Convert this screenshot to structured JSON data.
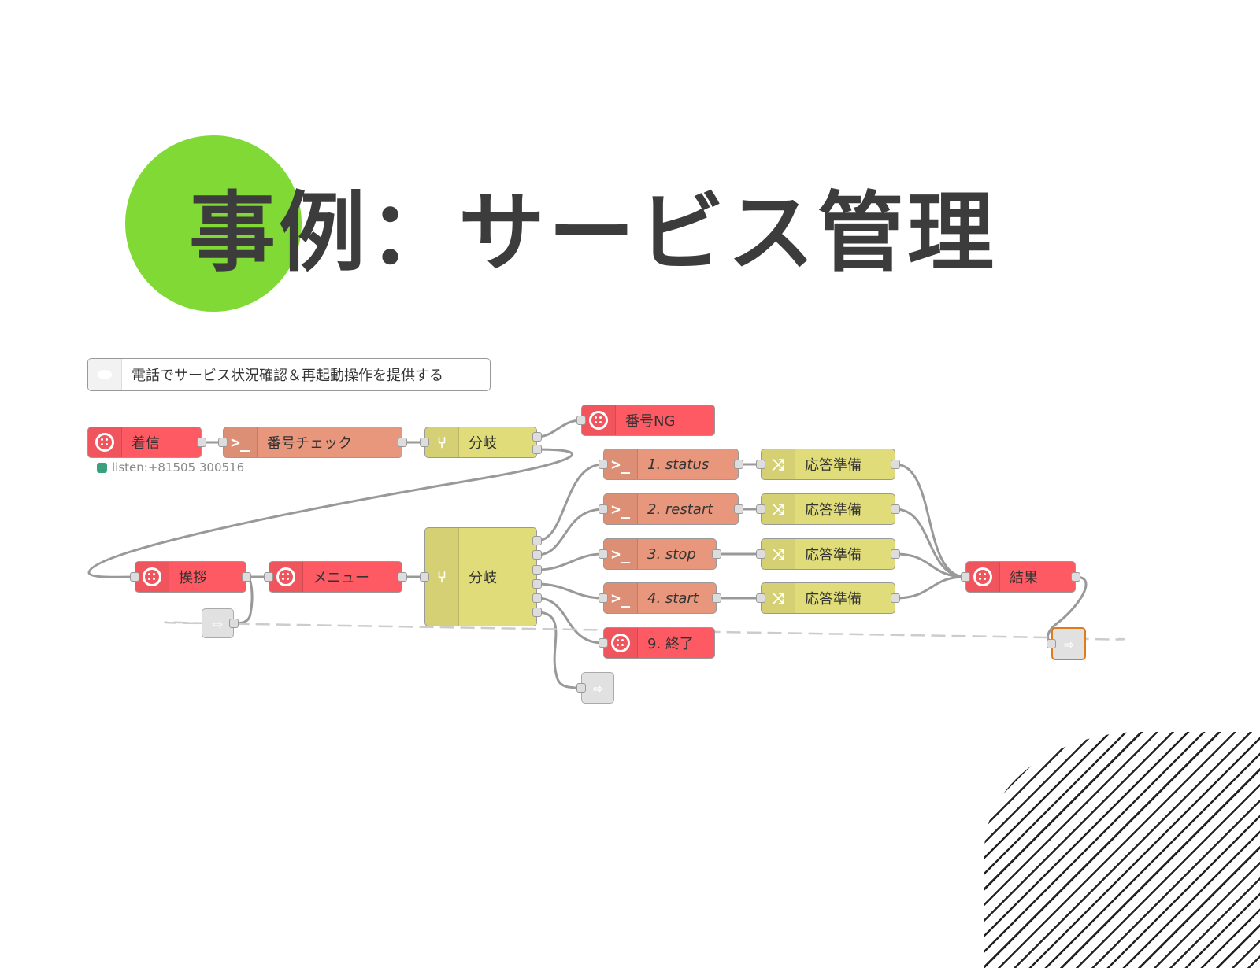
{
  "title": "事例：サービス管理",
  "comment": "電話でサービス状況確認＆再起動操作を提供する",
  "status": "listen:+81505 300516",
  "nodes": {
    "incoming": "着信",
    "number_check": "番号チェック",
    "branch1": "分岐",
    "number_ng": "番号NG",
    "greeting": "挨拶",
    "menu": "メニュー",
    "branch2": "分岐",
    "status": "1. status",
    "restart": "2. restart",
    "stop": "3. stop",
    "start": "4. start",
    "end": "9. 終了",
    "prep1": "応答準備",
    "prep2": "応答準備",
    "prep3": "応答準備",
    "prep4": "応答準備",
    "result": "結果"
  },
  "colors": {
    "accent_circle": "#80d935",
    "twilio_node": "#fd5a63",
    "exec_node": "#e8977c",
    "switch_node": "#e0dc7a",
    "link_node": "#e1e1e1",
    "selected": "#e07b1c"
  },
  "icons": {
    "twilio": "twilio-icon",
    "exec": "terminal-icon",
    "switch": "switch-icon",
    "change": "shuffle-icon",
    "link": "link-icon",
    "comment": "comment-icon"
  }
}
